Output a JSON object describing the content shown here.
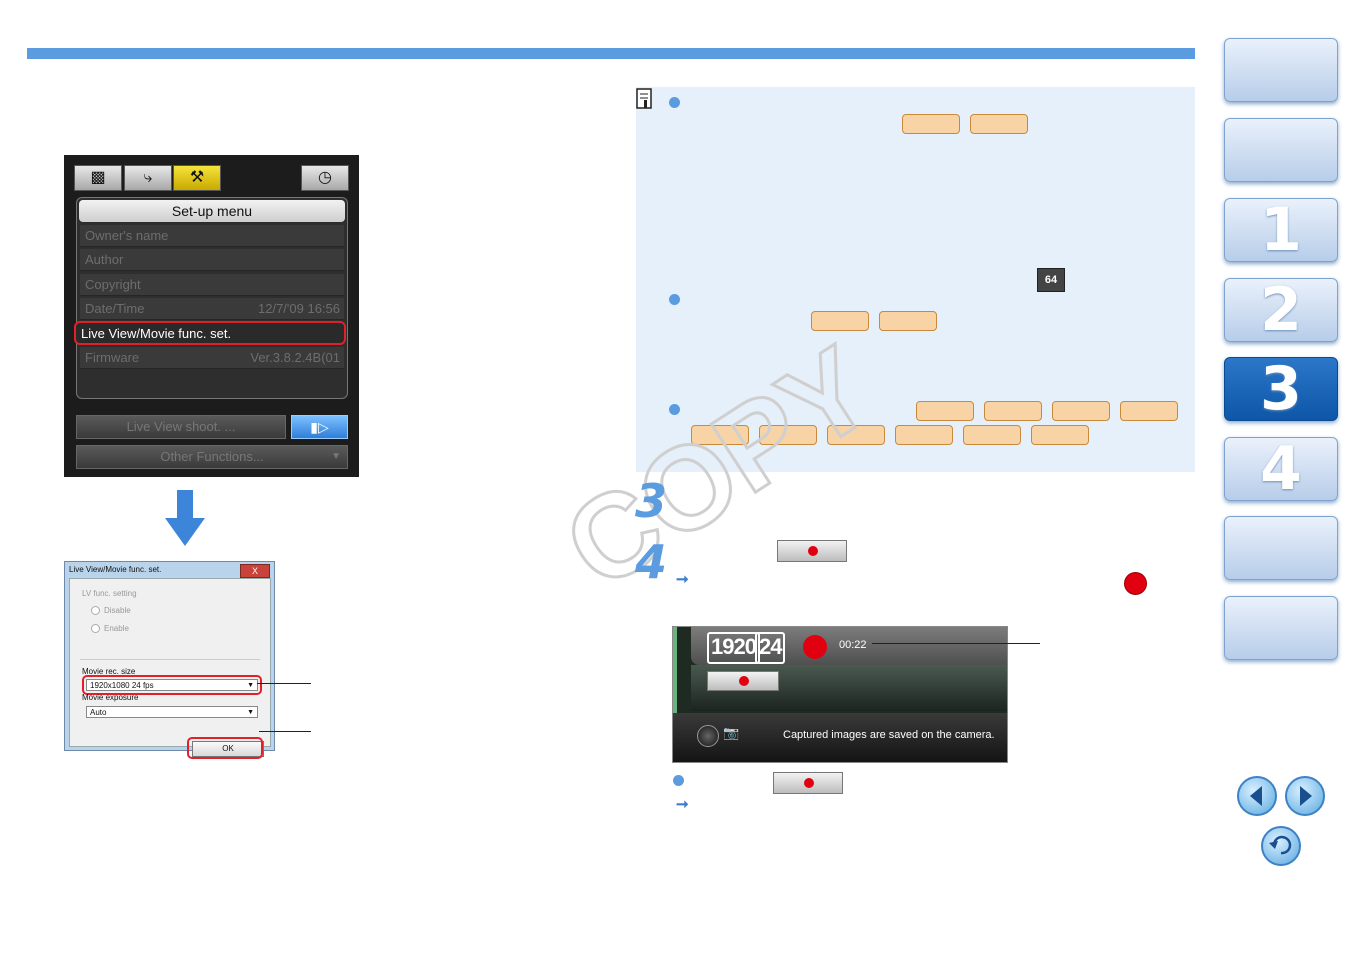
{
  "setup_menu": {
    "tabs": [
      "camera",
      "flash",
      "tools",
      "timer"
    ],
    "title": "Set-up menu",
    "items": [
      {
        "label": "Owner's name",
        "value": ""
      },
      {
        "label": "Author",
        "value": ""
      },
      {
        "label": "Copyright",
        "value": ""
      },
      {
        "label": "Date/Time",
        "value": "12/7/'09  16:56"
      },
      {
        "label": "Live View/Movie func. set.",
        "value": ""
      },
      {
        "label": "Firmware",
        "value": "Ver.3.8.2.4B(01"
      }
    ],
    "live_view_button": "Live View shoot. ...",
    "other_functions": "Other Functions..."
  },
  "dialog": {
    "title": "Live View/Movie func. set.",
    "close": "X",
    "lv_setting": "LV func. setting",
    "disable": "Disable",
    "enable": "Enable",
    "movie_size_label": "Movie rec. size",
    "movie_size_value": "1920x1080  24 fps",
    "movie_exposure_label": "Movie exposure",
    "movie_exposure_value": "Auto",
    "ok": "OK"
  },
  "steps": {
    "three": "3",
    "four": "4"
  },
  "liveview": {
    "res": "1920",
    "fps": "24",
    "time": "00:22",
    "caption": "Captured images are saved on the camera."
  },
  "watermark": "COPY",
  "icon64": "64",
  "nav": {
    "tabs": [
      {
        "label": ""
      },
      {
        "label": ""
      },
      {
        "label": "1"
      },
      {
        "label": "2"
      },
      {
        "label": "3"
      },
      {
        "label": "4"
      },
      {
        "label": ""
      },
      {
        "label": ""
      }
    ],
    "active_index": 4
  },
  "colors": {
    "accent": "#5b9be0",
    "chip": "#f8d3a5",
    "record": "#e00010",
    "active_tab": "#1565b8"
  }
}
